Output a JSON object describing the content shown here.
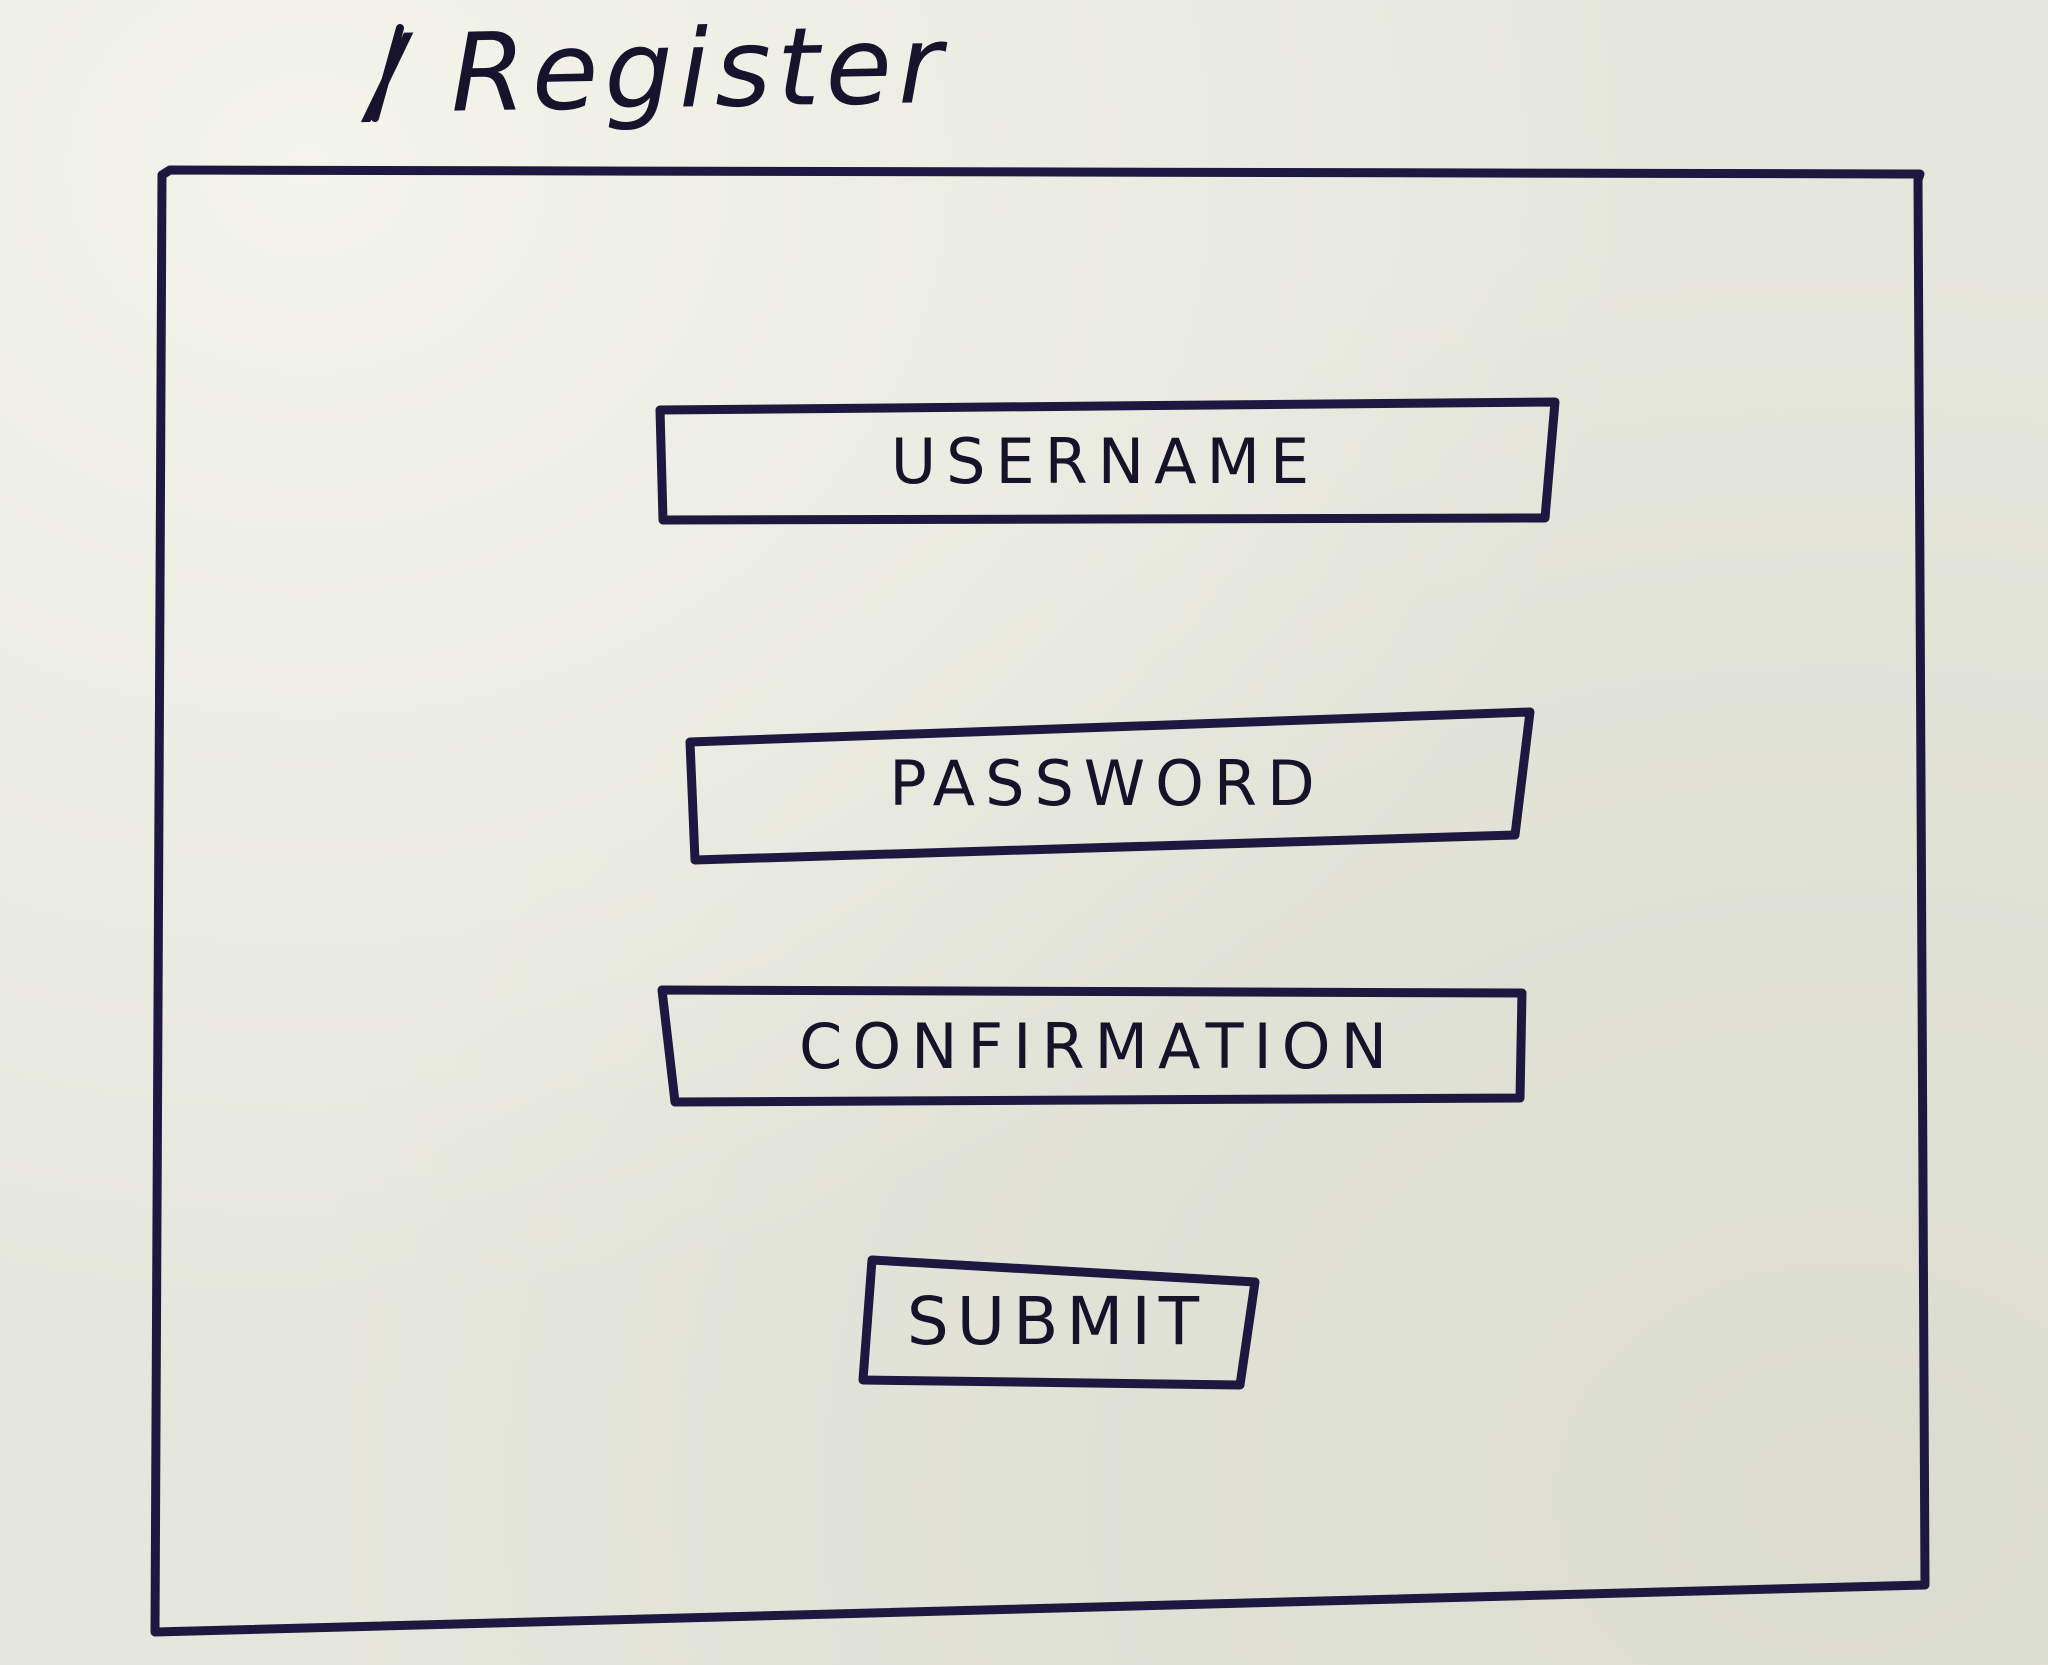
{
  "page": {
    "route_title": "/ Register"
  },
  "form": {
    "username_placeholder": "USERNAME",
    "password_placeholder": "PASSWORD",
    "confirmation_placeholder": "CONFIRMATION",
    "submit_label": "SUBMIT"
  },
  "colors": {
    "paper": "#e6e7dc",
    "ink": "#1c1840"
  }
}
